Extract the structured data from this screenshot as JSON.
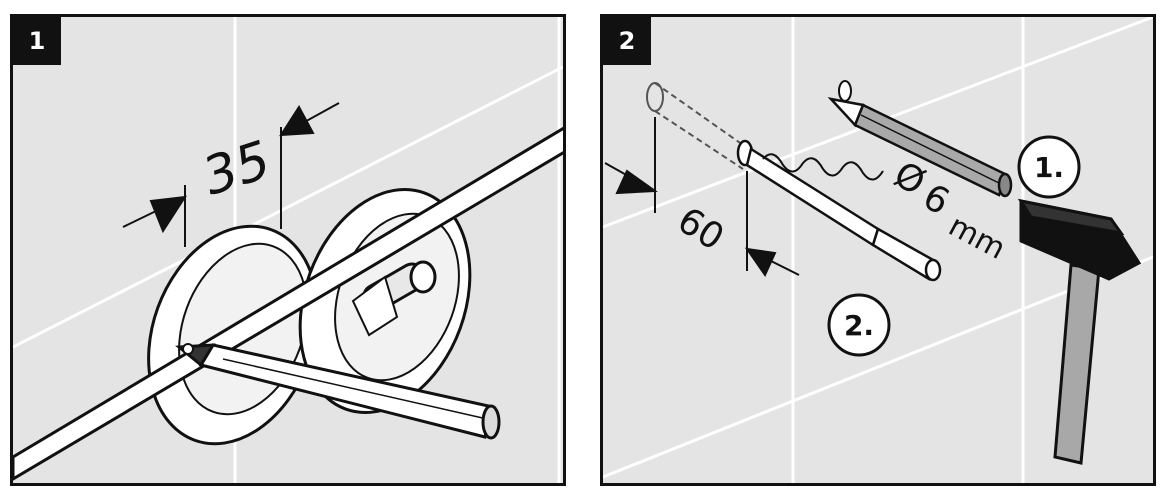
{
  "panels": [
    {
      "number": "1",
      "dimension": "35"
    },
    {
      "number": "2",
      "depth": "60",
      "diameter_symbol": "Ø",
      "diameter_value": "6",
      "diameter_unit": "mm",
      "step_one": "1.",
      "step_two": "2."
    }
  ]
}
